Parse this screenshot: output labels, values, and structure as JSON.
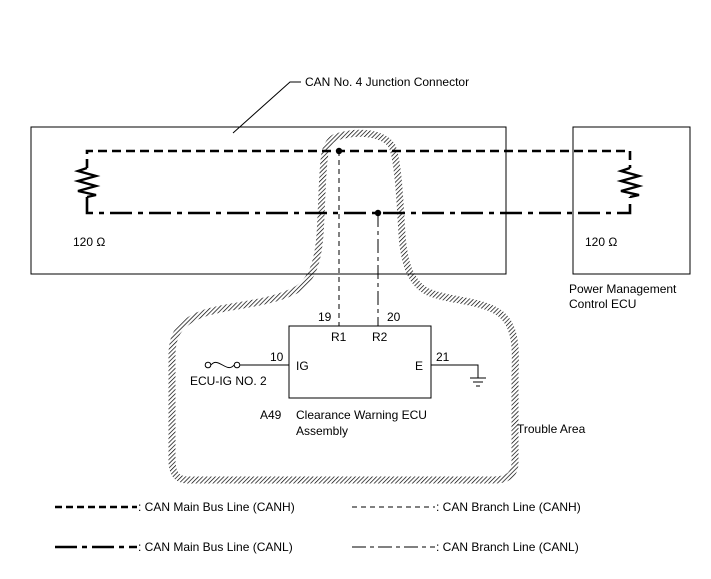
{
  "labels": {
    "junction_connector": "CAN No. 4 Junction Connector",
    "resistor_left": "120 Ω",
    "resistor_right": "120 Ω",
    "power_mgmt_line1": "Power Management",
    "power_mgmt_line2": "Control ECU",
    "pin_19": "19",
    "pin_20": "20",
    "pin_10": "10",
    "pin_21": "21",
    "terminal_r1": "R1",
    "terminal_r2": "R2",
    "terminal_ig": "IG",
    "terminal_e": "E",
    "fuse": "ECU-IG NO. 2",
    "ecu_code": "A49",
    "ecu_name_line1": "Clearance Warning ECU",
    "ecu_name_line2": "Assembly",
    "trouble_area": "Trouble Area"
  },
  "legend": {
    "main_canh": ": CAN Main Bus Line (CANH)",
    "branch_canh": ": CAN Branch Line (CANH)",
    "main_canl": ": CAN Main Bus Line (CANL)",
    "branch_canl": ": CAN Branch Line (CANL)"
  }
}
